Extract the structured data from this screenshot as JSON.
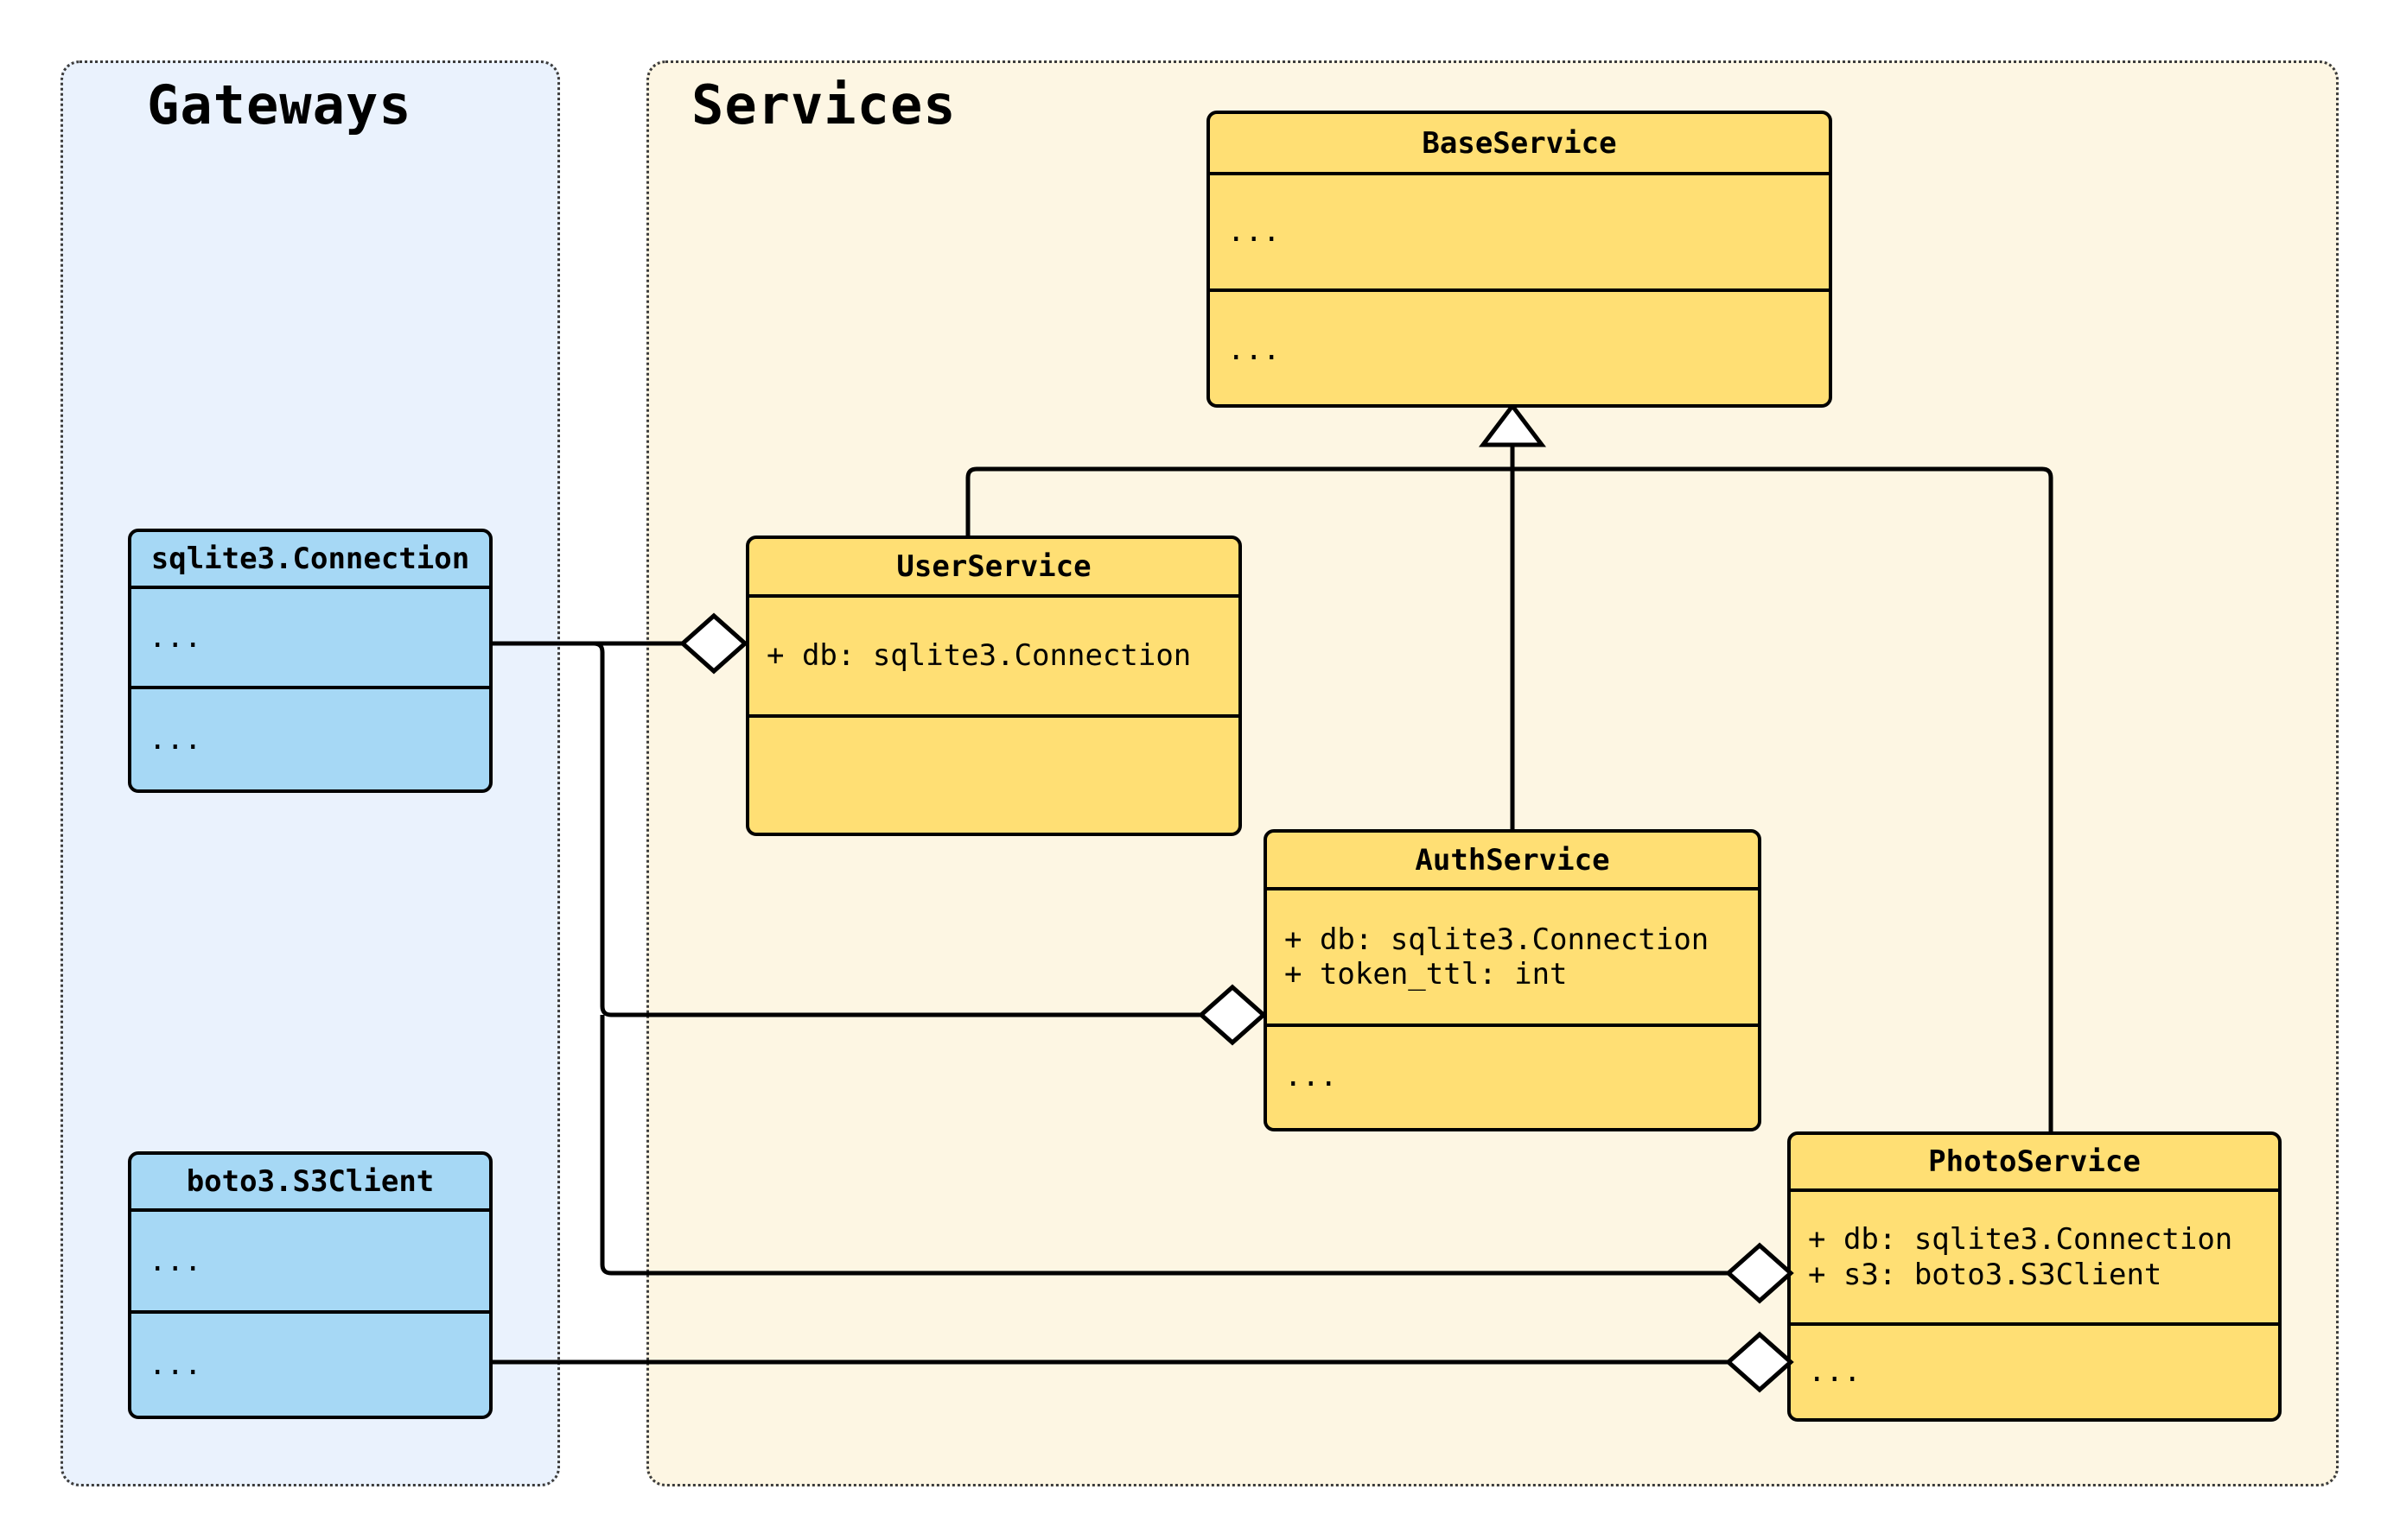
{
  "diagram": {
    "kind": "uml-class-diagram",
    "background": "#ffffff",
    "line_color": "#000000"
  },
  "packages": [
    {
      "id": "gateways",
      "title": "Gateways",
      "fill": "#eaf2fd",
      "border": "#3c3c3c"
    },
    {
      "id": "services",
      "title": "Services",
      "fill": "#fdf6e3",
      "border": "#3c3c3c"
    }
  ],
  "classes": [
    {
      "id": "sqlite3-connection",
      "name": "sqlite3.Connection",
      "package": "gateways",
      "fill": "#a6d8f5",
      "attributes": "...",
      "methods": "..."
    },
    {
      "id": "boto3-s3client",
      "name": "boto3.S3Client",
      "package": "gateways",
      "fill": "#a6d8f5",
      "attributes": "...",
      "methods": "..."
    },
    {
      "id": "baseservice",
      "name": "BaseService",
      "package": "services",
      "fill": "#ffdf74",
      "attributes": "...",
      "methods": "..."
    },
    {
      "id": "userservice",
      "name": "UserService",
      "package": "services",
      "fill": "#ffdf74",
      "attributes": "+ db: sqlite3.Connection",
      "methods": ""
    },
    {
      "id": "authservice",
      "name": "AuthService",
      "package": "services",
      "fill": "#ffdf74",
      "attributes": "+ db: sqlite3.Connection\n+ token_ttl: int",
      "methods": "..."
    },
    {
      "id": "photoservice",
      "name": "PhotoService",
      "package": "services",
      "fill": "#ffdf74",
      "attributes": "+ db: sqlite3.Connection\n+ s3: boto3.S3Client",
      "methods": "..."
    }
  ],
  "relationships": [
    {
      "id": "rel-inherit-user",
      "type": "generalization",
      "from": "userservice",
      "to": "baseservice"
    },
    {
      "id": "rel-inherit-auth",
      "type": "generalization",
      "from": "authservice",
      "to": "baseservice"
    },
    {
      "id": "rel-inherit-photo",
      "type": "generalization",
      "from": "photoservice",
      "to": "baseservice"
    },
    {
      "id": "rel-agg-user-db",
      "type": "aggregation",
      "from": "sqlite3-connection",
      "to": "userservice"
    },
    {
      "id": "rel-agg-auth-db",
      "type": "aggregation",
      "from": "sqlite3-connection",
      "to": "authservice"
    },
    {
      "id": "rel-agg-photo-db",
      "type": "aggregation",
      "from": "sqlite3-connection",
      "to": "photoservice"
    },
    {
      "id": "rel-agg-photo-s3",
      "type": "aggregation",
      "from": "boto3-s3client",
      "to": "photoservice"
    }
  ]
}
